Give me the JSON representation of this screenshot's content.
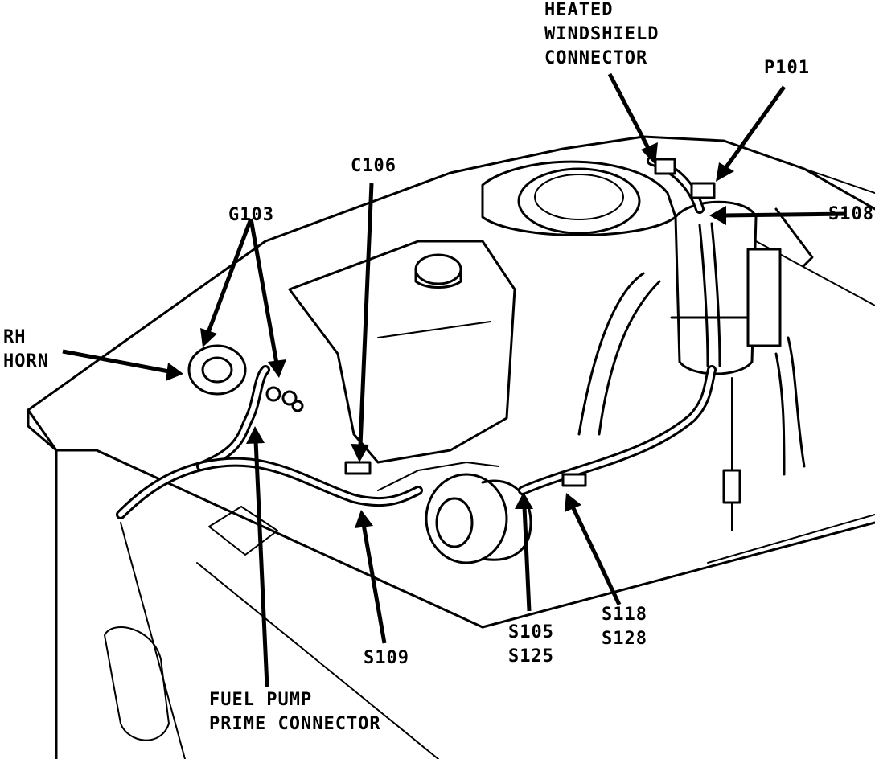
{
  "labels": {
    "heated_windshield": [
      "HEATED",
      "WINDSHIELD",
      "CONNECTOR"
    ],
    "p101": "P101",
    "s108": "S108",
    "c106": "C106",
    "g103": "G103",
    "rh_horn": [
      "RH",
      "HORN"
    ],
    "s109": "S109",
    "s105_s125": [
      "S105",
      "S125"
    ],
    "s118_s128": [
      "S118",
      "S128"
    ],
    "fuel_pump_prime": [
      "FUEL PUMP",
      "PRIME CONNECTOR"
    ]
  },
  "colors": {
    "ink": "#000000",
    "paper": "#ffffff"
  }
}
